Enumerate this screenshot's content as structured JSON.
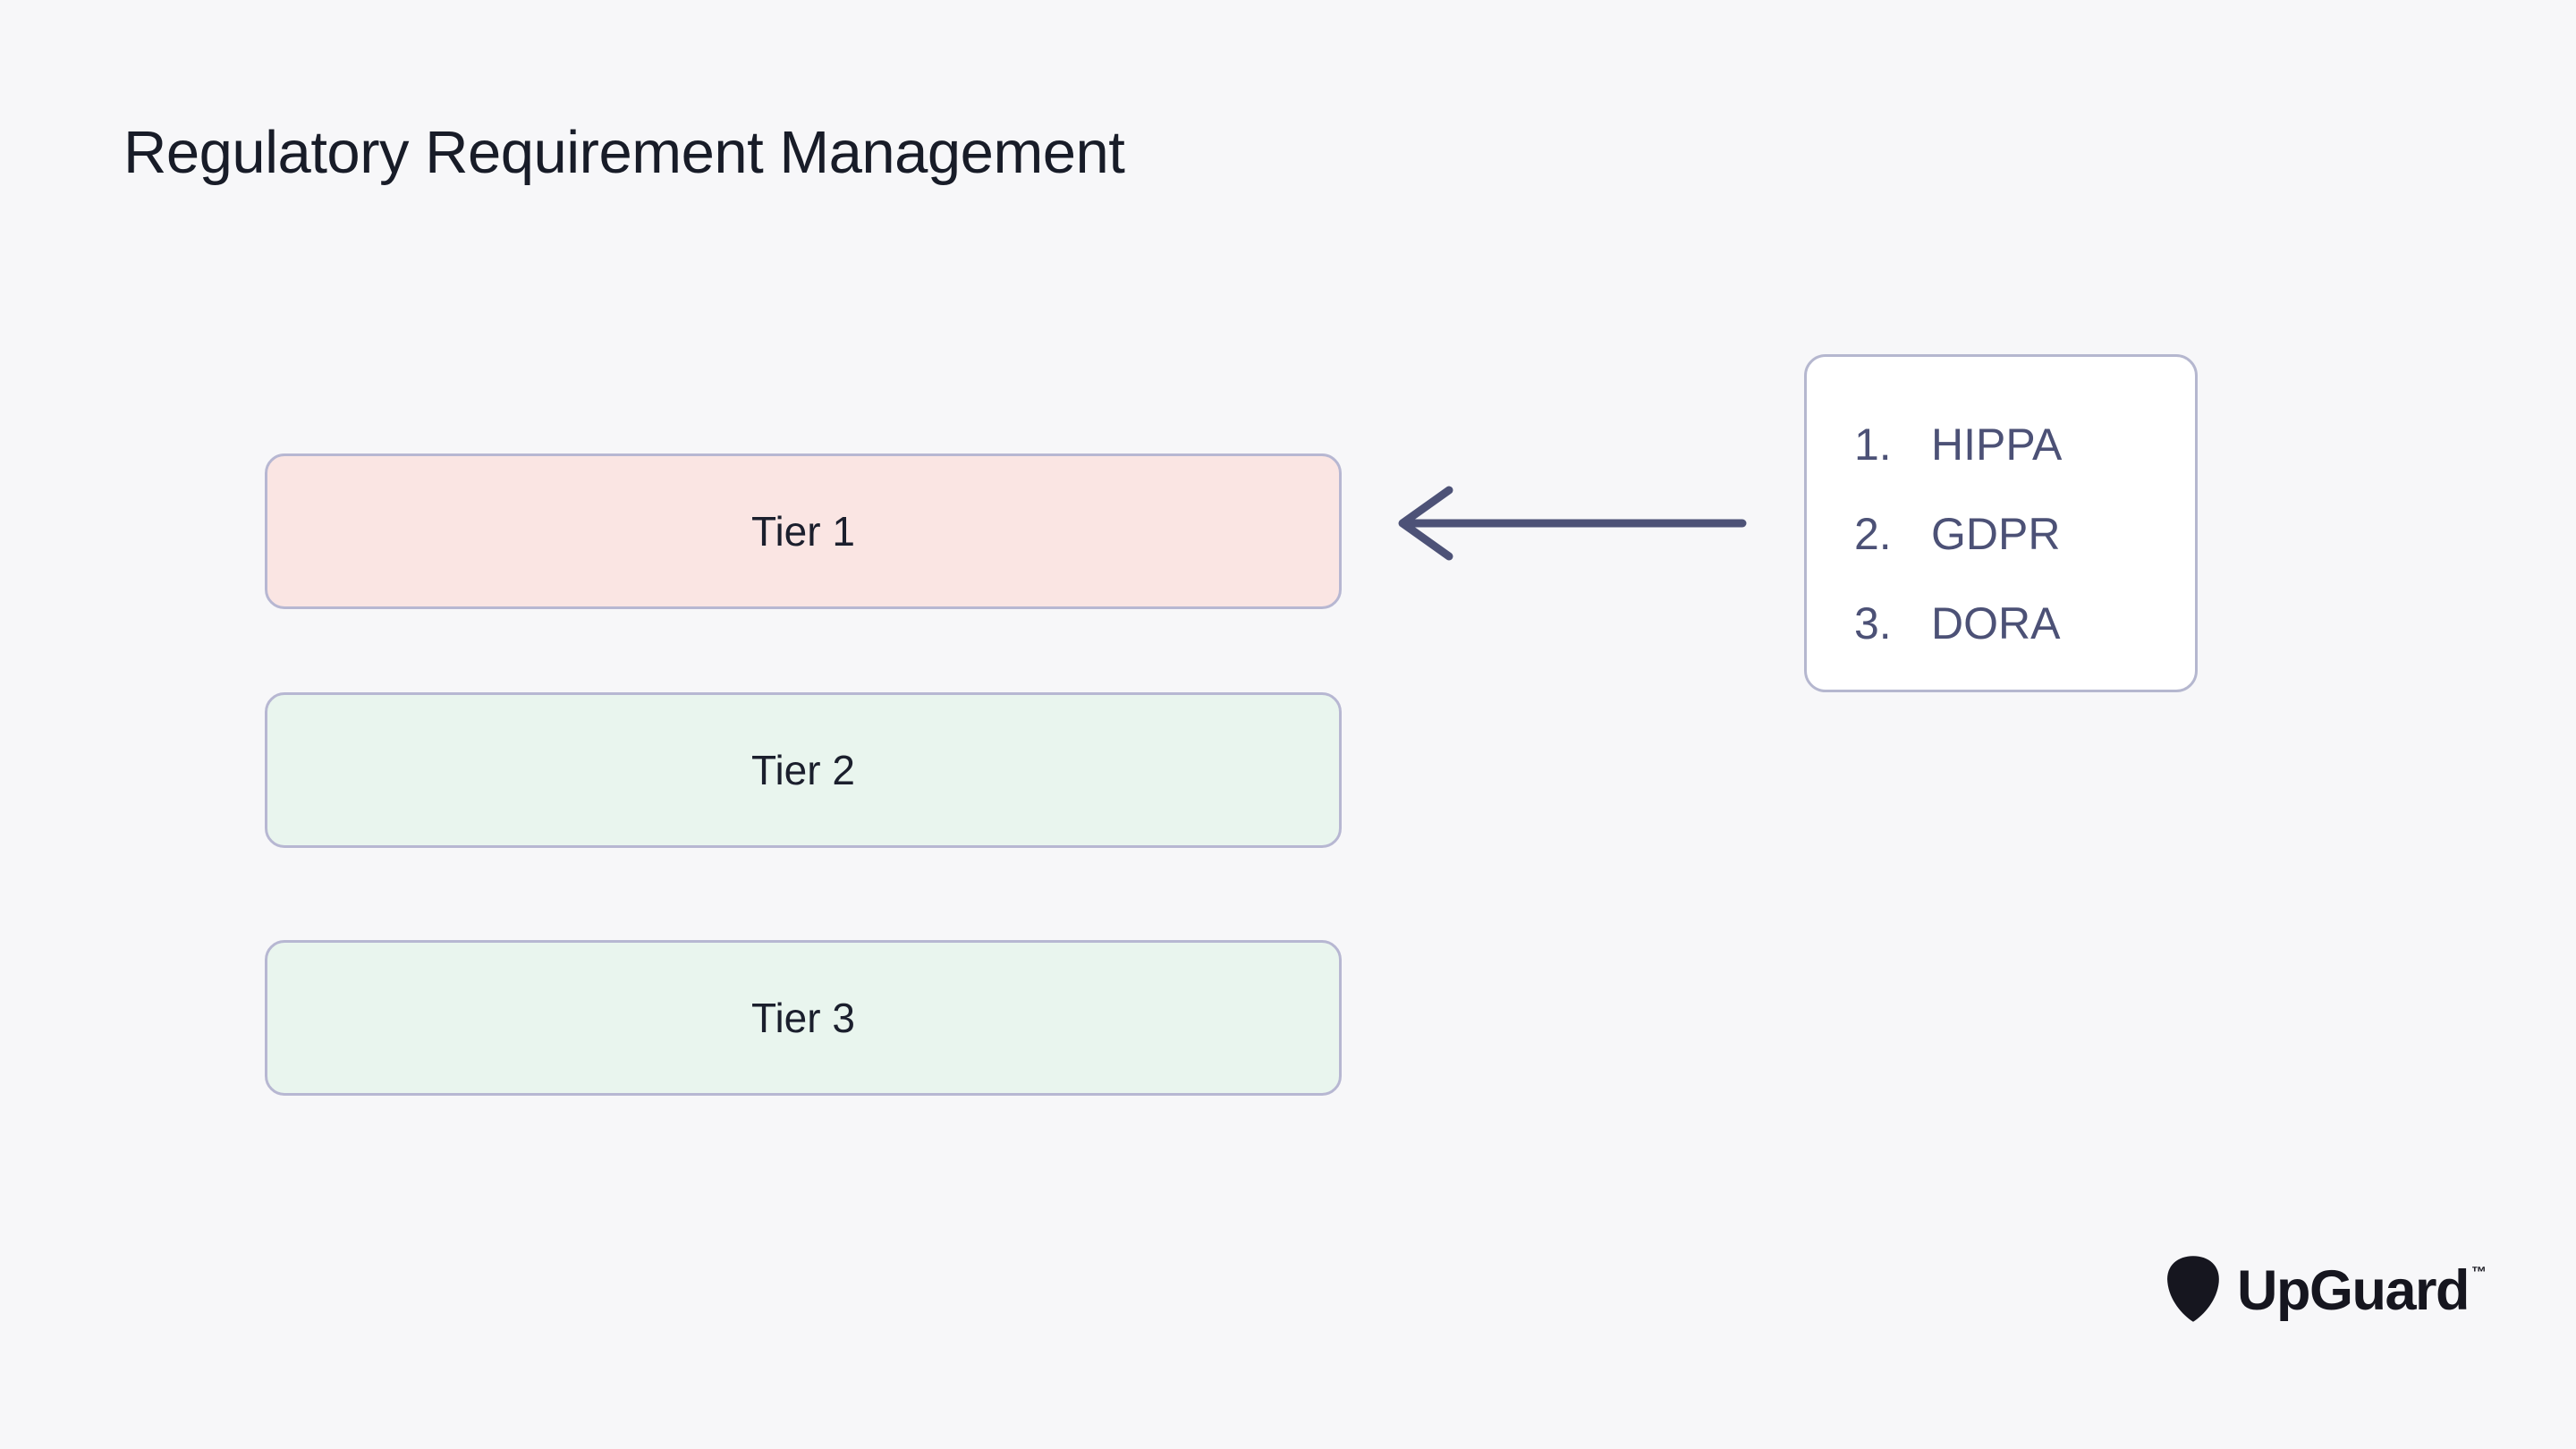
{
  "page": {
    "title": "Regulatory Requirement Management",
    "background": "#f7f7f9",
    "title_color": "#181c28"
  },
  "tiers": [
    {
      "label": "Tier 1",
      "fill": "#fae5e3"
    },
    {
      "label": "Tier 2",
      "fill": "#e9f5ee"
    },
    {
      "label": "Tier 3",
      "fill": "#e9f5ee"
    }
  ],
  "tier_style": {
    "border_color": "#b7b7d2",
    "label_color": "#1b1f2d"
  },
  "regulations": {
    "items": [
      {
        "number": "1.",
        "label": "HIPPA"
      },
      {
        "number": "2.",
        "label": "GDPR"
      },
      {
        "number": "3.",
        "label": "DORA"
      }
    ],
    "text_color": "#4c5176",
    "background": "#ffffff",
    "border_color": "#b5b7cf"
  },
  "arrow": {
    "icon": "left-arrow-icon",
    "color": "#4d5277"
  },
  "logo": {
    "brand": "UpGuard",
    "trademark": "™",
    "icon": "upguard-pick-icon",
    "color": "#16161f"
  }
}
